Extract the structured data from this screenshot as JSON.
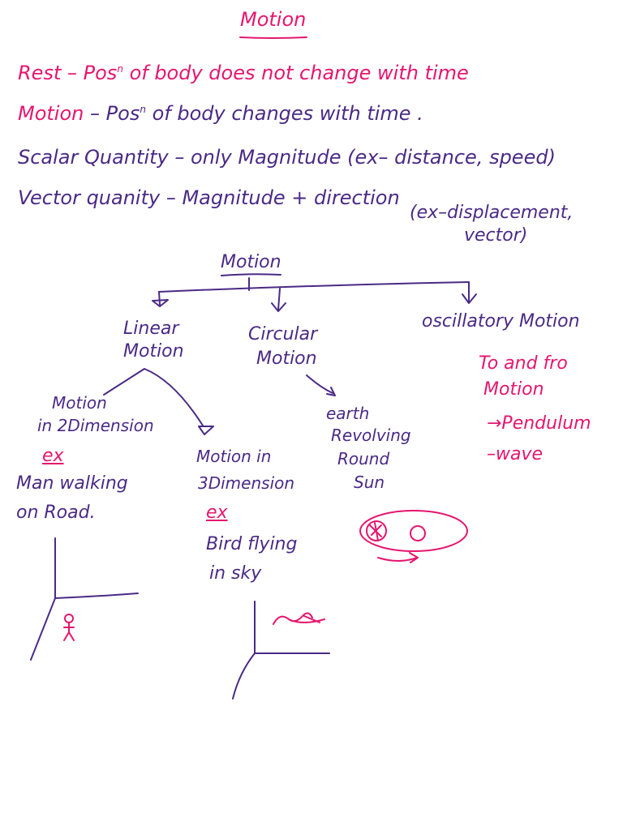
{
  "colors": {
    "pink": "#e5166f",
    "purple": "#4a2a86",
    "background": "#ffffff"
  },
  "title": "Motion",
  "definitions": {
    "rest_term": "Rest",
    "rest_dash": "–",
    "rest_text": "Pos",
    "rest_sup": "n",
    "rest_text_2": "of body does not change",
    "rest_text_3": "with time",
    "motion_term": "Motion",
    "motion_dash": "–",
    "motion_text": "Pos",
    "motion_sup": "n",
    "motion_text_2": "of body changes with time .",
    "scalar_line": "Scalar Quantity – only Magnitude (ex– distance, speed)",
    "vector_line": "Vector quanity – Magnitude + direction",
    "vector_example_1": "(ex–displacement,",
    "vector_example_2": "vector)"
  },
  "diagram": {
    "root_label": "Motion",
    "linear": {
      "line1": "Linear",
      "line2": "Motion"
    },
    "circular": {
      "line1": "Circular",
      "line2": "Motion"
    },
    "oscillatory": {
      "label": "oscillatory Motion"
    },
    "oscillatory_desc": {
      "line1": "To and fro",
      "line2": "Motion",
      "item1": "→Pendulum",
      "item2": "–wave"
    },
    "two_d": {
      "line1": "Motion",
      "line2": "in 2Dimension",
      "ex": "ex",
      "example1": "Man walking",
      "example2": "on Road."
    },
    "three_d": {
      "line1": "Motion in",
      "line2": "3Dimension",
      "ex": "ex",
      "example1": "Bird flying",
      "example2": "in sky"
    },
    "circular_example": {
      "line1": "earth",
      "line2": "Revolving",
      "line3": "Round",
      "line4": "Sun"
    }
  },
  "icons": [
    "underline-stroke",
    "tree-branch-arrows",
    "axes-sketch",
    "stick-figure-icon",
    "bird-sketch-icon",
    "orbit-sketch-icon"
  ]
}
